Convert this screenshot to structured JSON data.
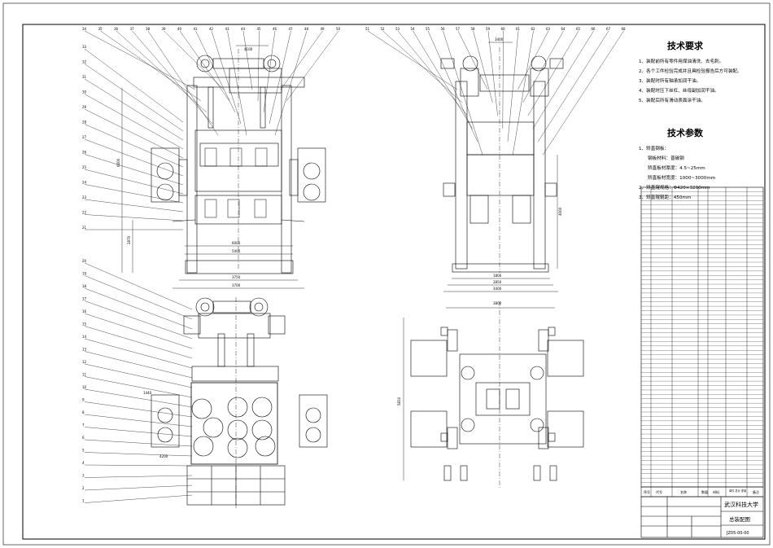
{
  "tech_requirements": {
    "title": "技术要求",
    "items": [
      "1、装配前所有零件用煤油清洗、去毛刺。",
      "2、各个工件检验完成并且具检验报告后方可装配。",
      "3、装配时所有轴承加润干油。",
      "4、装配时压下丝杠、丝母副加润干油。",
      "5、装配后所有滑动表面涂干油。"
    ]
  },
  "tech_params": {
    "title": "技术参数",
    "items": [
      "1、矫直钢板：",
      "钢板材料：普碳钢",
      "矫直板材厚度：4.5~25mm",
      "矫直板材宽度：1000~3000mm",
      "2、矫直辊规格：Φ420×3200mm",
      "3、矫直辊辊距：450mm"
    ]
  },
  "title_block": {
    "university": "武汉科技大学",
    "drawing_name": "总装配图",
    "drawing_number": "JZ05-00-00",
    "header_cols": [
      "序号",
      "代号",
      "名称",
      "数量",
      "材料",
      "单件 总计 重量",
      "备注"
    ]
  },
  "dimensions": {
    "front_top": "4100",
    "front_width_1": "6000",
    "front_width_2": "5400",
    "front_width_3": "3750",
    "front_width_4": "3700",
    "front_height": "6600",
    "front_height_2": "2870",
    "side_top": "3400",
    "side_width_1": "1800",
    "side_width_2": "2850",
    "side_width_3": "3400",
    "side_height": "4000",
    "plan_width": "3800",
    "plan_height": "5810",
    "front_lower_left": "1440",
    "front_lower_dim": "4200"
  },
  "balloons_front_top": [
    "34",
    "35",
    "36",
    "37",
    "38",
    "39",
    "40",
    "41",
    "42",
    "43",
    "44",
    "45",
    "46",
    "47",
    "48",
    "49",
    "50"
  ],
  "balloons_front_left": [
    "33",
    "32",
    "31",
    "30",
    "29",
    "28",
    "27",
    "26",
    "25",
    "24",
    "23",
    "22",
    "21"
  ],
  "balloons_lower_left": [
    "20",
    "19",
    "18",
    "17",
    "16",
    "15",
    "14",
    "13",
    "12",
    "11",
    "10",
    "9",
    "8",
    "7",
    "6",
    "5",
    "4",
    "3",
    "2",
    "1"
  ],
  "balloons_side_top": [
    "51",
    "52",
    "53",
    "54",
    "55",
    "56",
    "57",
    "58",
    "59",
    "60",
    "61",
    "62",
    "63",
    "64",
    "65",
    "66",
    "67",
    "68"
  ],
  "parts_list_count": 68
}
